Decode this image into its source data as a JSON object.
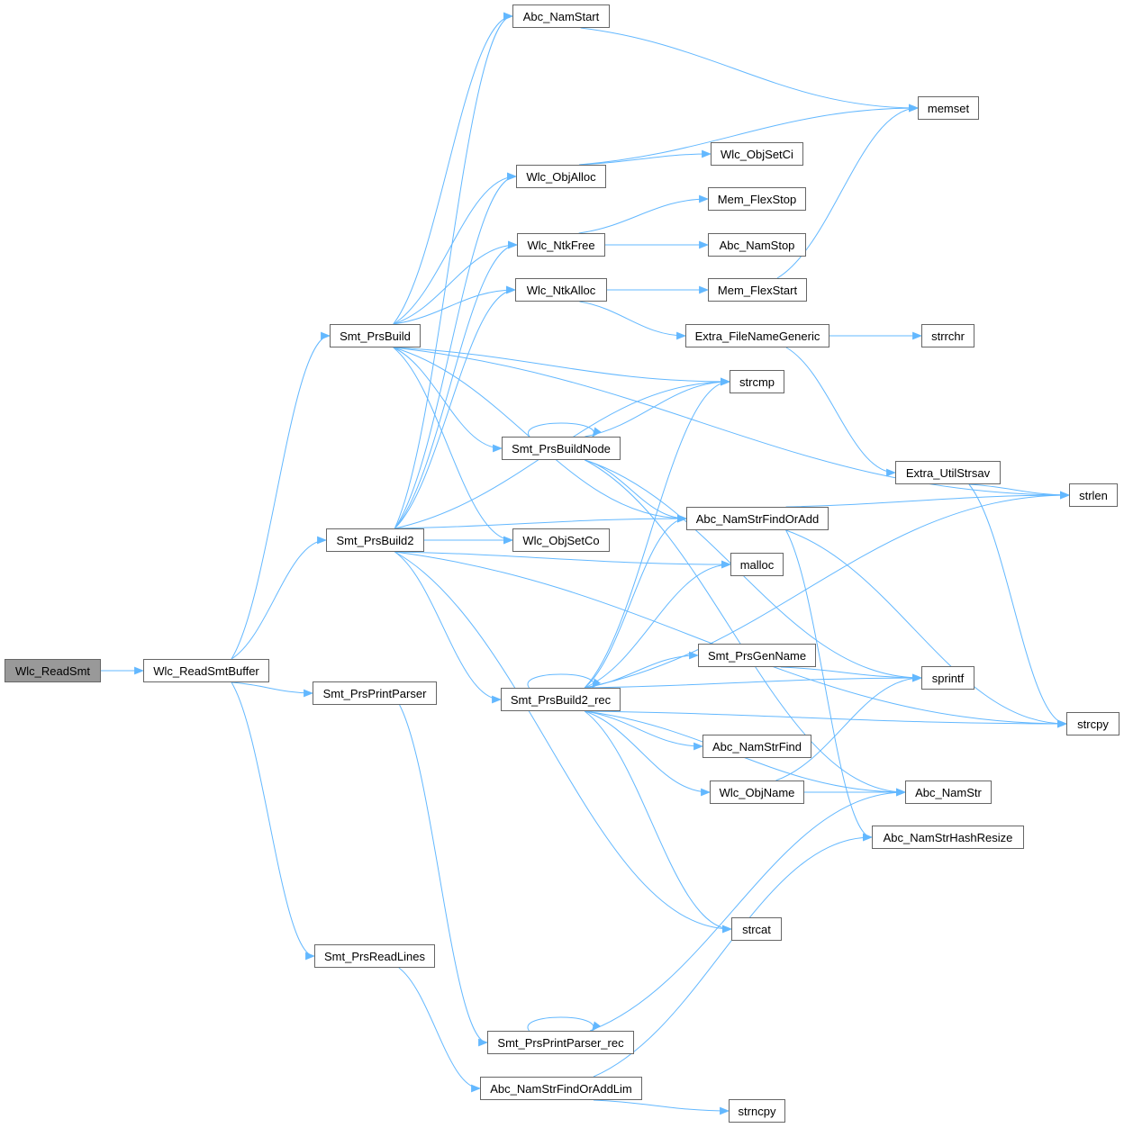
{
  "graph": {
    "root": "Wlc_ReadSmt",
    "nodes": [
      "Wlc_ReadSmt",
      "Wlc_ReadSmtBuffer",
      "Smt_PrsBuild",
      "Smt_PrsBuild2",
      "Smt_PrsPrintParser",
      "Smt_PrsReadLines",
      "Abc_NamStart",
      "Wlc_ObjAlloc",
      "Wlc_NtkFree",
      "Wlc_NtkAlloc",
      "Smt_PrsBuildNode",
      "Wlc_ObjSetCo",
      "Smt_PrsBuild2_rec",
      "Smt_PrsPrintParser_rec",
      "Abc_NamStrFindOrAddLim",
      "memset",
      "Wlc_ObjSetCi",
      "Mem_FlexStop",
      "Abc_NamStop",
      "Mem_FlexStart",
      "Extra_FileNameGeneric",
      "strrchr",
      "strcmp",
      "Abc_NamStrFindOrAdd",
      "malloc",
      "Smt_PrsGenName",
      "Abc_NamStrFind",
      "Wlc_ObjName",
      "strcat",
      "strncpy",
      "Extra_UtilStrsav",
      "strlen",
      "sprintf",
      "strcpy",
      "Abc_NamStr",
      "Abc_NamStrHashResize"
    ],
    "edges": [
      [
        "Wlc_ReadSmt",
        "Wlc_ReadSmtBuffer"
      ],
      [
        "Wlc_ReadSmtBuffer",
        "Smt_PrsBuild"
      ],
      [
        "Wlc_ReadSmtBuffer",
        "Smt_PrsBuild2"
      ],
      [
        "Wlc_ReadSmtBuffer",
        "Smt_PrsPrintParser"
      ],
      [
        "Wlc_ReadSmtBuffer",
        "Smt_PrsReadLines"
      ],
      [
        "Smt_PrsBuild",
        "Abc_NamStart"
      ],
      [
        "Smt_PrsBuild",
        "strlen"
      ],
      [
        "Smt_PrsBuild",
        "Wlc_ObjAlloc"
      ],
      [
        "Smt_PrsBuild",
        "Wlc_NtkFree"
      ],
      [
        "Smt_PrsBuild",
        "Wlc_NtkAlloc"
      ],
      [
        "Smt_PrsBuild",
        "strcmp"
      ],
      [
        "Smt_PrsBuild",
        "Smt_PrsBuildNode"
      ],
      [
        "Smt_PrsBuild",
        "Abc_NamStrFindOrAdd"
      ],
      [
        "Smt_PrsBuild",
        "Wlc_ObjSetCo"
      ],
      [
        "Smt_PrsBuild2",
        "Abc_NamStart"
      ],
      [
        "Smt_PrsBuild2",
        "Wlc_ObjAlloc"
      ],
      [
        "Smt_PrsBuild2",
        "Wlc_NtkFree"
      ],
      [
        "Smt_PrsBuild2",
        "Wlc_NtkAlloc"
      ],
      [
        "Smt_PrsBuild2",
        "strcmp"
      ],
      [
        "Smt_PrsBuild2",
        "Wlc_ObjSetCo"
      ],
      [
        "Smt_PrsBuild2",
        "Abc_NamStrFindOrAdd"
      ],
      [
        "Smt_PrsBuild2",
        "malloc"
      ],
      [
        "Smt_PrsBuild2",
        "Smt_PrsBuild2_rec"
      ],
      [
        "Smt_PrsBuild2",
        "strcat"
      ],
      [
        "Smt_PrsBuild2",
        "strcpy"
      ],
      [
        "Smt_PrsPrintParser",
        "Smt_PrsPrintParser_rec"
      ],
      [
        "Smt_PrsReadLines",
        "Abc_NamStrFindOrAddLim"
      ],
      [
        "Abc_NamStart",
        "memset"
      ],
      [
        "Wlc_ObjAlloc",
        "memset"
      ],
      [
        "Wlc_ObjAlloc",
        "Wlc_ObjSetCi"
      ],
      [
        "Wlc_NtkFree",
        "Mem_FlexStop"
      ],
      [
        "Wlc_NtkFree",
        "Abc_NamStop"
      ],
      [
        "Wlc_NtkAlloc",
        "Mem_FlexStart"
      ],
      [
        "Wlc_NtkAlloc",
        "Extra_FileNameGeneric"
      ],
      [
        "Mem_FlexStart",
        "memset"
      ],
      [
        "Extra_FileNameGeneric",
        "strrchr"
      ],
      [
        "Extra_FileNameGeneric",
        "Extra_UtilStrsav"
      ],
      [
        "Extra_UtilStrsav",
        "strlen"
      ],
      [
        "Extra_UtilStrsav",
        "strcpy"
      ],
      [
        "Smt_PrsBuildNode",
        "Smt_PrsBuildNode"
      ],
      [
        "Smt_PrsBuildNode",
        "strcmp"
      ],
      [
        "Smt_PrsBuildNode",
        "Abc_NamStrFindOrAdd"
      ],
      [
        "Smt_PrsBuildNode",
        "sprintf"
      ],
      [
        "Smt_PrsBuildNode",
        "Abc_NamStr"
      ],
      [
        "Abc_NamStrFindOrAdd",
        "strlen"
      ],
      [
        "Abc_NamStrFindOrAdd",
        "Abc_NamStrHashResize"
      ],
      [
        "Abc_NamStrFindOrAdd",
        "strcpy"
      ],
      [
        "Smt_PrsBuild2_rec",
        "Smt_PrsBuild2_rec"
      ],
      [
        "Smt_PrsBuild2_rec",
        "strcmp"
      ],
      [
        "Smt_PrsBuild2_rec",
        "Abc_NamStrFindOrAdd"
      ],
      [
        "Smt_PrsBuild2_rec",
        "malloc"
      ],
      [
        "Smt_PrsBuild2_rec",
        "strlen"
      ],
      [
        "Smt_PrsBuild2_rec",
        "Smt_PrsGenName"
      ],
      [
        "Smt_PrsBuild2_rec",
        "sprintf"
      ],
      [
        "Smt_PrsBuild2_rec",
        "Abc_NamStrFind"
      ],
      [
        "Smt_PrsBuild2_rec",
        "Wlc_ObjName"
      ],
      [
        "Smt_PrsBuild2_rec",
        "Abc_NamStr"
      ],
      [
        "Smt_PrsBuild2_rec",
        "strcpy"
      ],
      [
        "Smt_PrsBuild2_rec",
        "strcat"
      ],
      [
        "Smt_PrsGenName",
        "sprintf"
      ],
      [
        "Wlc_ObjName",
        "sprintf"
      ],
      [
        "Wlc_ObjName",
        "Abc_NamStr"
      ],
      [
        "Smt_PrsPrintParser_rec",
        "Smt_PrsPrintParser_rec"
      ],
      [
        "Smt_PrsPrintParser_rec",
        "Abc_NamStr"
      ],
      [
        "Abc_NamStrFindOrAddLim",
        "Abc_NamStrHashResize"
      ],
      [
        "Abc_NamStrFindOrAddLim",
        "strncpy"
      ]
    ],
    "colors": {
      "edge": "#63b8ff",
      "root_fill": "#999999",
      "border": "#666666"
    }
  }
}
